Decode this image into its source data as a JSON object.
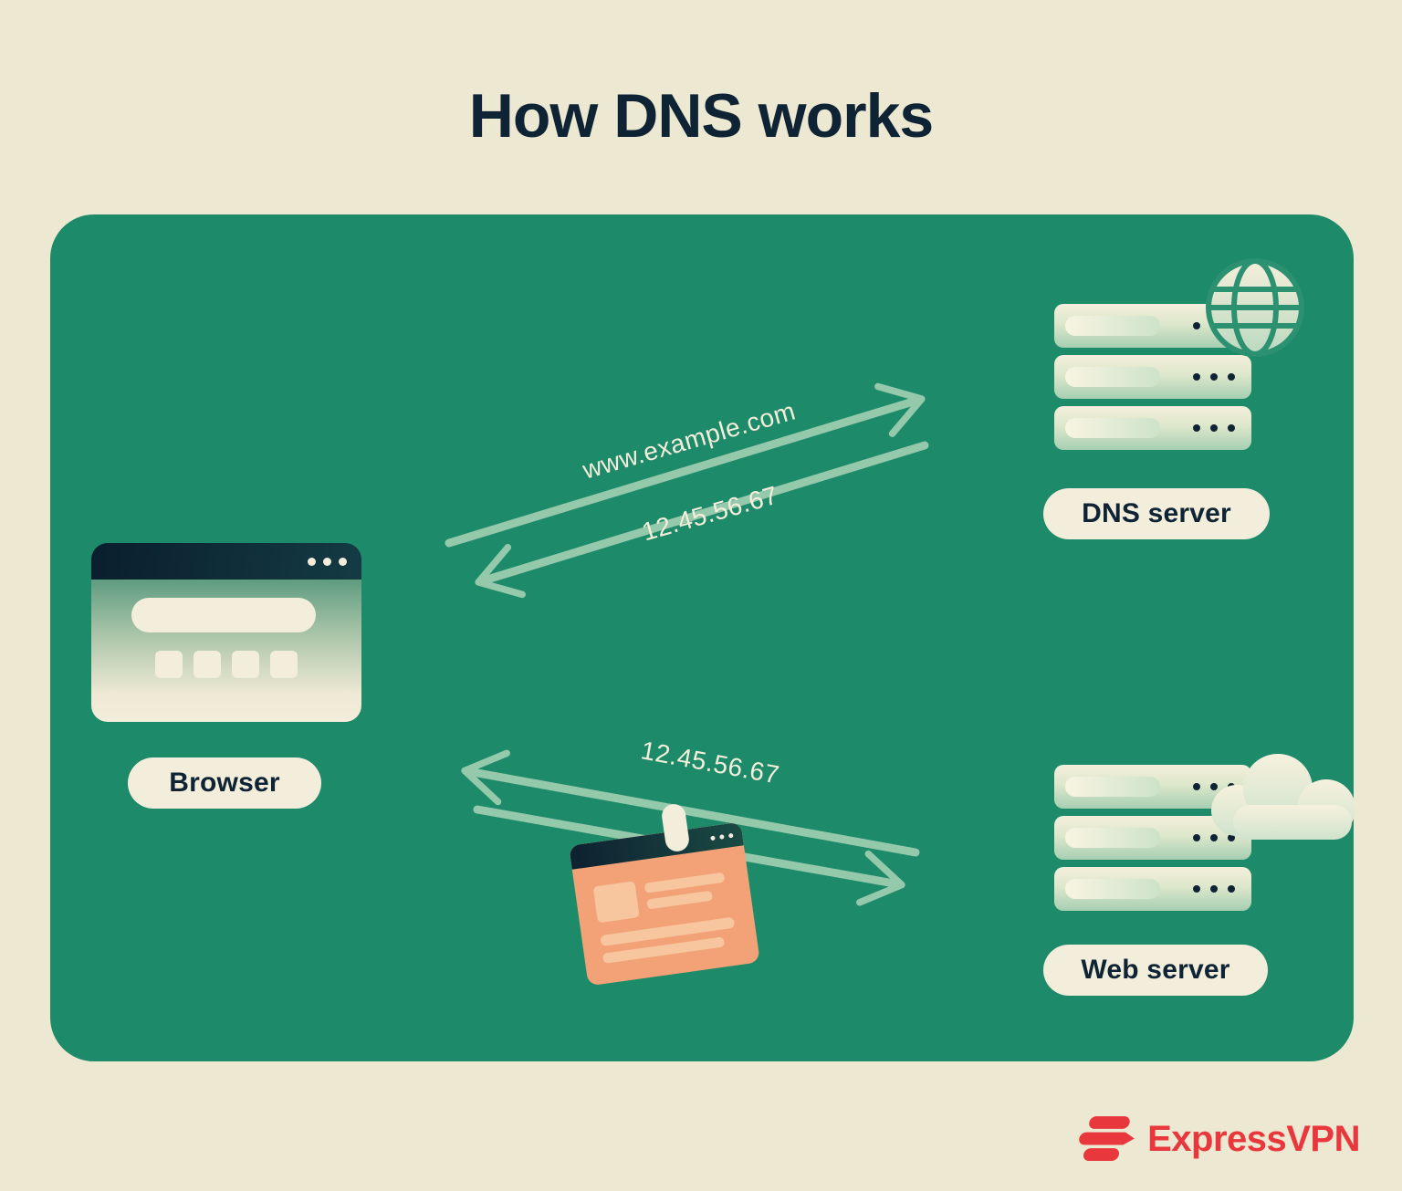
{
  "title": "How DNS works",
  "diagram": {
    "browser": {
      "label": "Browser"
    },
    "dns_server": {
      "label": "DNS server"
    },
    "web_server": {
      "label": "Web server"
    },
    "messages": {
      "request_domain": "www.example.com",
      "dns_response_ip": "12.45.56.67",
      "web_response_ip": "12.45.56.67"
    }
  },
  "branding": {
    "wordmark": "ExpressVPN"
  },
  "colors": {
    "bg": "#ece8d1",
    "panel": "#1d8a69",
    "navy": "#0e2334",
    "cream": "#f3eedb",
    "arrow": "#95c9ac",
    "orange": "#f2a276",
    "orange_light": "#f7c69f",
    "red": "#e8373d"
  }
}
